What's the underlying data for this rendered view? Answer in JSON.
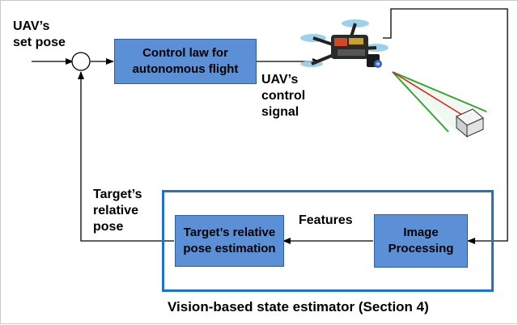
{
  "inputs": {
    "set_pose": [
      "UAV’s",
      "set pose"
    ]
  },
  "blocks": {
    "control_law": [
      "Control law for",
      "autonomous flight"
    ],
    "pose_estimation": [
      "Target’s relative",
      "pose estimation"
    ],
    "image_processing": [
      "Image",
      "Processing"
    ]
  },
  "signals": {
    "control_signal": [
      "UAV’s",
      "control",
      "signal"
    ],
    "relative_pose": [
      "Target’s",
      "relative",
      "pose"
    ],
    "features": "Features"
  },
  "estimator_caption": "Vision-based state estimator (Section 4)",
  "colors": {
    "block_fill": "#5b8fd6",
    "block_border": "#2f5f9e",
    "estimator_border": "#1f72c6",
    "camera_ray": "#2eaa2e",
    "camera_axis": "#e02020"
  },
  "icons": {
    "summing_junction": "summing-junction-icon",
    "drone": "quadrotor-drone-icon",
    "target": "cube-target-icon"
  }
}
